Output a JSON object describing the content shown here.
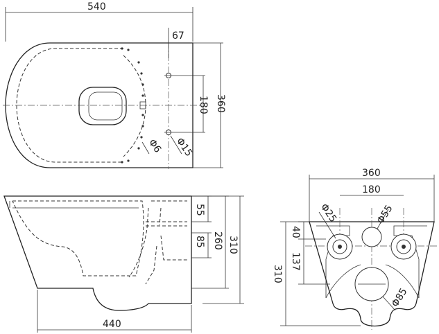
{
  "diagram": {
    "top_view": {
      "overall_length": "540",
      "rear_offset": "67",
      "overall_width": "360",
      "fixing_spacing": "180",
      "small_hole_dia": "Φ6",
      "fixing_hole_dia": "Φ15"
    },
    "side_view": {
      "inlet_height": "55",
      "outlet_height": "85",
      "inner_height": "260",
      "total_height": "310",
      "base_length": "440"
    },
    "rear_view": {
      "overall_width": "360",
      "fixing_spacing": "180",
      "bolt_hole_dia": "Φ25",
      "inlet_dia": "Φ55",
      "outlet_dia": "Φ85",
      "top_offset": "40",
      "outlet_offset": "137",
      "total_height": "310"
    }
  }
}
